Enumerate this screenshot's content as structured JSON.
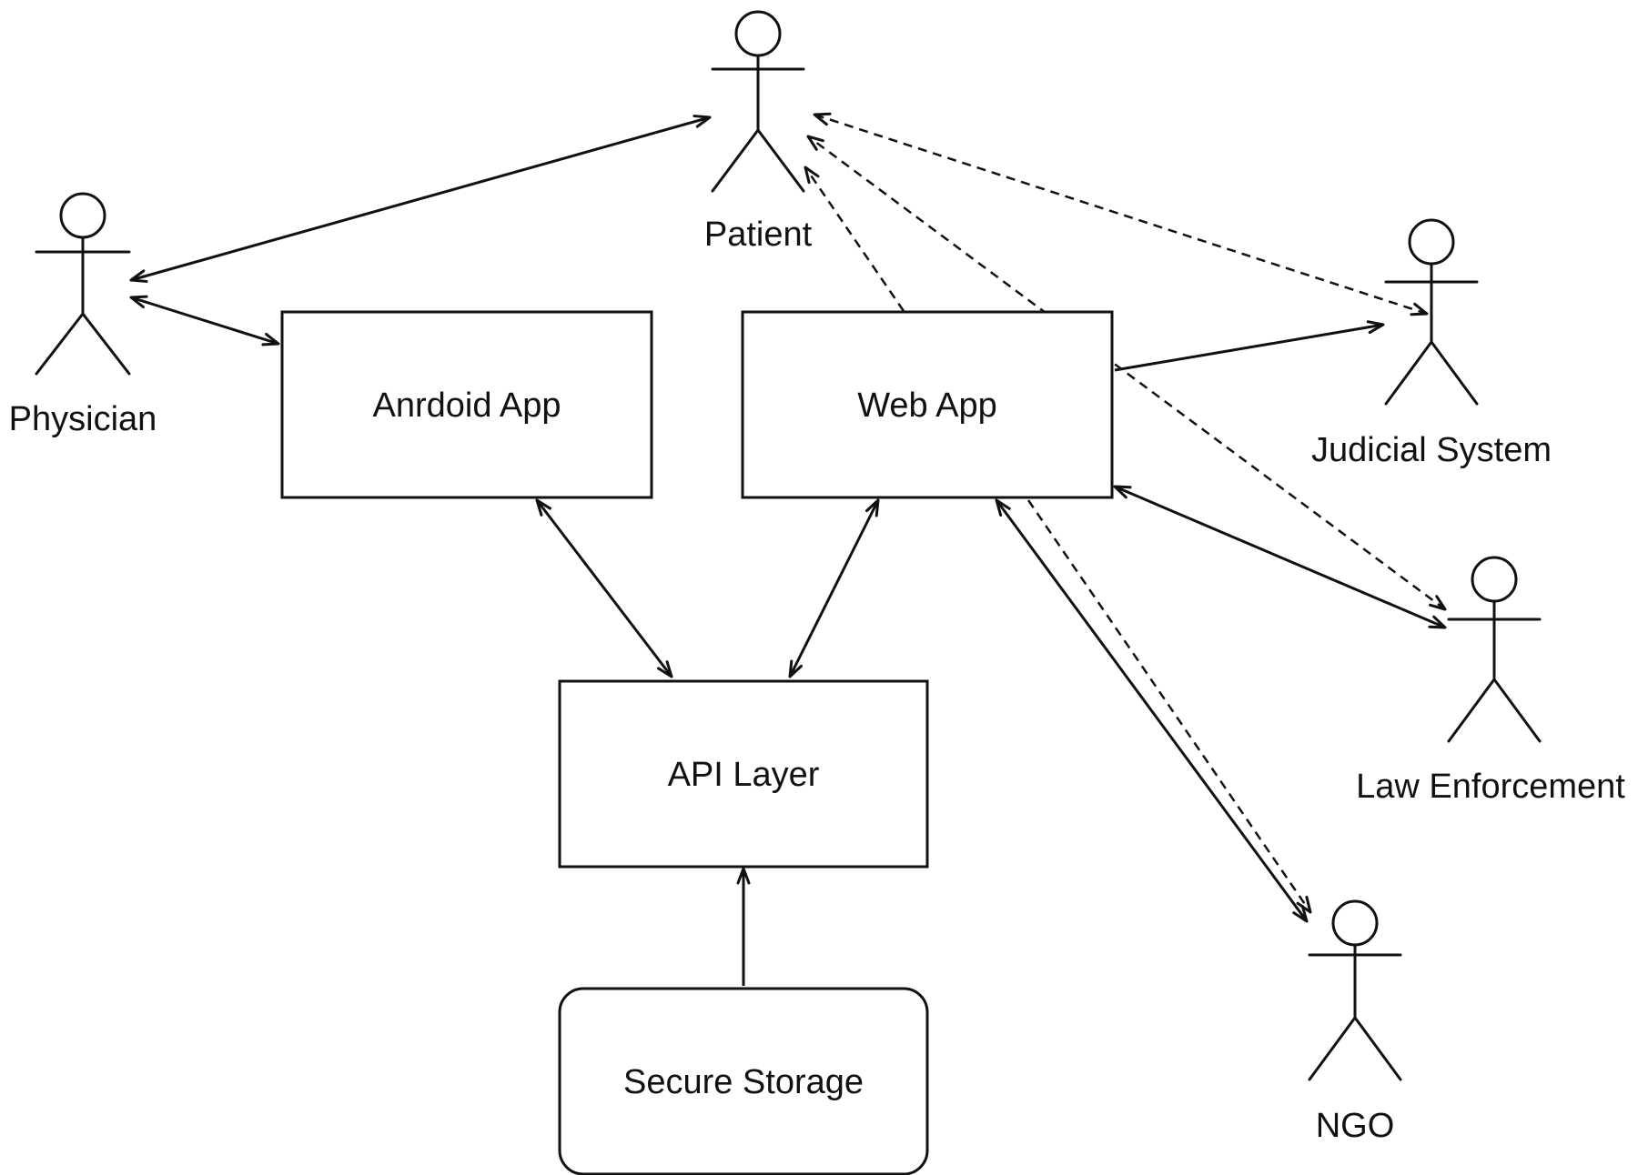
{
  "nodes": {
    "android_app": "Anrdoid App",
    "web_app": "Web App",
    "api_layer": "API Layer",
    "secure_storage": "Secure Storage"
  },
  "actors": {
    "patient": "Patient",
    "physician": "Physician",
    "judicial_system": "Judicial System",
    "law_enforcement": "Law Enforcement",
    "ngo": "NGO"
  },
  "connections": [
    {
      "from": "physician",
      "to": "patient",
      "style": "solid",
      "arrows": "both"
    },
    {
      "from": "physician",
      "to": "android_app",
      "style": "solid",
      "arrows": "both"
    },
    {
      "from": "android_app",
      "to": "api_layer",
      "style": "solid",
      "arrows": "both"
    },
    {
      "from": "web_app",
      "to": "api_layer",
      "style": "solid",
      "arrows": "both"
    },
    {
      "from": "secure_storage",
      "to": "api_layer",
      "style": "solid",
      "arrows": "end"
    },
    {
      "from": "web_app",
      "to": "judicial_system",
      "style": "solid",
      "arrows": "end"
    },
    {
      "from": "web_app",
      "to": "law_enforcement",
      "style": "solid",
      "arrows": "both"
    },
    {
      "from": "web_app",
      "to": "ngo",
      "style": "solid",
      "arrows": "both"
    },
    {
      "from": "web_app",
      "to": "patient",
      "style": "dashed",
      "arrows": "end"
    },
    {
      "from": "judicial_system",
      "to": "patient",
      "style": "dashed",
      "arrows": "both"
    },
    {
      "from": "law_enforcement",
      "to": "patient",
      "style": "dashed",
      "arrows": "both"
    },
    {
      "from": "web_app",
      "to": "ngo",
      "style": "dashed",
      "arrows": "end"
    }
  ],
  "colors": {
    "stroke": "#111111",
    "background": "#ffffff"
  }
}
